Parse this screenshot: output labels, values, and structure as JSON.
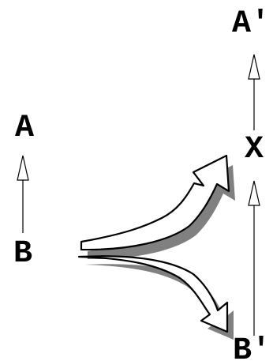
{
  "labels": {
    "a": "A",
    "b": "B",
    "a_prime": "A′",
    "x": "X",
    "b_prime": "B′"
  },
  "colors": {
    "ink": "#000000",
    "shadow": "#808080",
    "fill": "#ffffff"
  }
}
